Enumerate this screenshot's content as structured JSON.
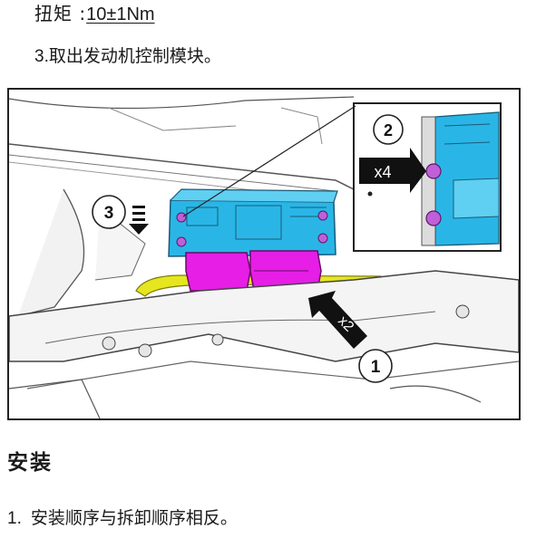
{
  "header": {
    "torque_label": "扭矩 :",
    "torque_value": "10±1Nm"
  },
  "step3": {
    "number": "3.",
    "text": "取出发动机控制模块。"
  },
  "figure": {
    "callout_1": "1",
    "callout_2": "2",
    "callout_3": "3",
    "qty_bolts": "x4",
    "qty_connectors": "x2",
    "colors": {
      "module": "#29b6e6",
      "connector": "#e61ee6",
      "harness": "#e6e61e",
      "fastener": "#c060d8",
      "line": "#444444"
    }
  },
  "install": {
    "title": "安装",
    "step_number": "1.",
    "step_text": "安装顺序与拆卸顺序相反。"
  }
}
